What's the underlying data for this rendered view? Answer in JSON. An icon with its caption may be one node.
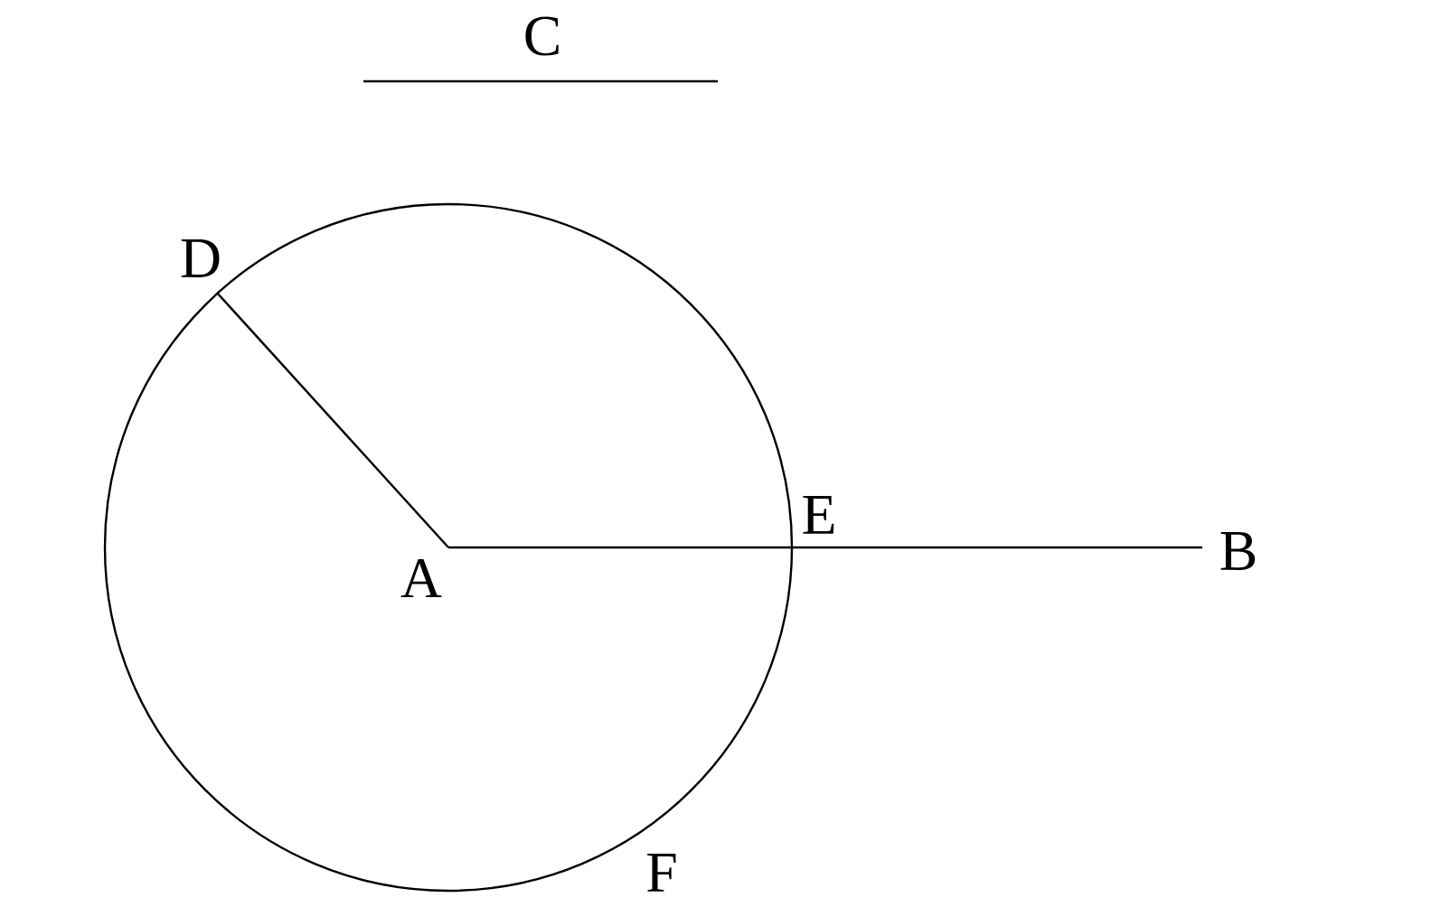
{
  "diagram": {
    "nodes": [
      {
        "text": [
          "A"
        ]
      },
      {
        "text": [
          "D"
        ]
      },
      {
        "text": [
          "B"
        ]
      }
    ],
    "edges": [
      {
        "from": 0,
        "to": 1,
        "arrow": "none"
      },
      {
        "from": 0,
        "to": 2,
        "arrow": "none"
      }
    ],
    "labels": [
      "C",
      "E",
      "F"
    ]
  }
}
